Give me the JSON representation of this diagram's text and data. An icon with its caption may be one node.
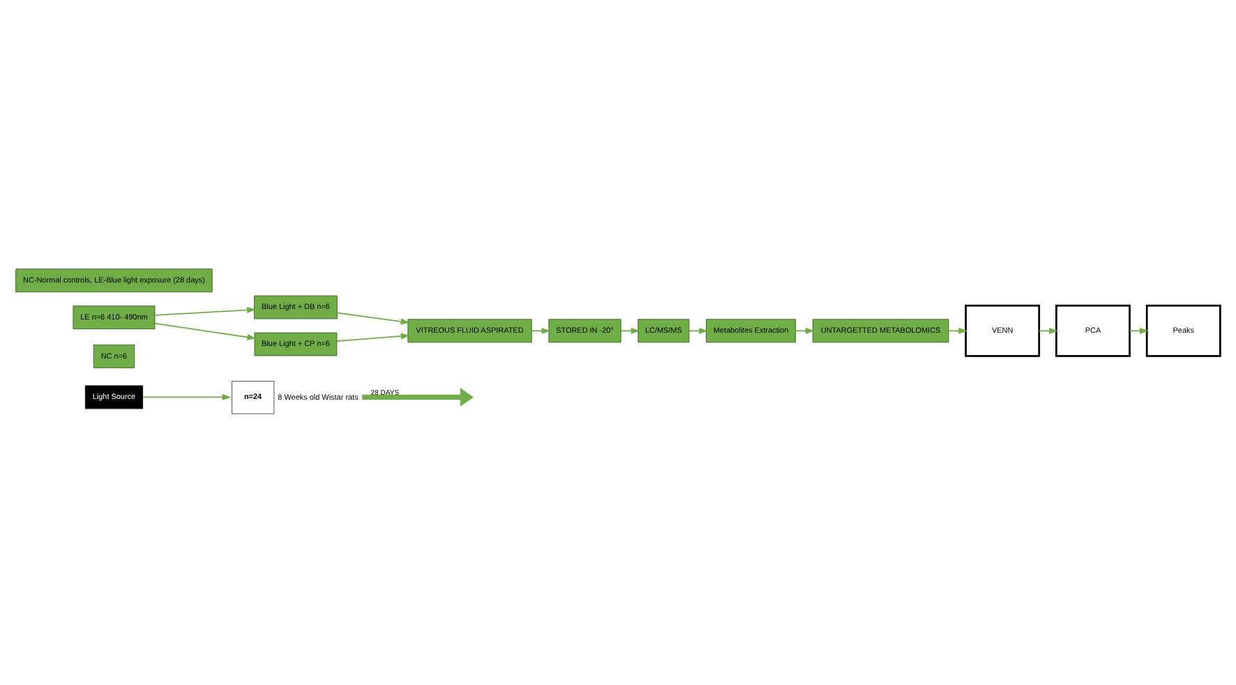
{
  "diagram": {
    "nodes": [
      {
        "text": [
          "Light Source"
        ]
      },
      {
        "text": [
          "n=24"
        ],
        "beside": [
          "8 Weeks old Wistar rats"
        ]
      },
      {
        "text": [
          "NC n=6"
        ]
      },
      {
        "text": [
          "LE n=6 410- 490nm"
        ]
      },
      {
        "text": [
          "Blue Light + DB n=6"
        ]
      },
      {
        "text": [
          "Blue Light + CP n=6"
        ]
      },
      {
        "text": [
          "VITREOUS FLUID ASPIRATED"
        ]
      },
      {
        "text": [
          "STORED IN -20°"
        ]
      },
      {
        "text": [
          "LC/MS/MS"
        ]
      },
      {
        "text": [
          "Metabolites Extraction"
        ]
      },
      {
        "text": [
          "UNTARGETTED METABOLOMICS"
        ]
      },
      {
        "text": [
          "VENN"
        ]
      },
      {
        "text": [
          "PCA"
        ]
      },
      {
        "text": [
          "Peaks"
        ]
      },
      {
        "text": [
          "NC-Normal controls, LE-Blue light exposure (28 days)"
        ]
      }
    ],
    "edges": [
      {
        "from": 0,
        "to": 1,
        "arrow": "to"
      },
      {
        "from": 1,
        "to": null,
        "arrow": "to",
        "label": "28 DAYS",
        "style": "thick"
      },
      {
        "from": 3,
        "to": 4,
        "arrow": "to"
      },
      {
        "from": 3,
        "to": 5,
        "arrow": "to"
      },
      {
        "from": 4,
        "to": 6,
        "arrow": "to"
      },
      {
        "from": 5,
        "to": 6,
        "arrow": "to"
      },
      {
        "from": 6,
        "to": 7,
        "arrow": "to"
      },
      {
        "from": 7,
        "to": 8,
        "arrow": "to"
      },
      {
        "from": 8,
        "to": 9,
        "arrow": "to"
      },
      {
        "from": 9,
        "to": 10,
        "arrow": "to"
      },
      {
        "from": 10,
        "to": 11,
        "arrow": "to"
      },
      {
        "from": 11,
        "to": 12,
        "arrow": "to"
      },
      {
        "from": 12,
        "to": 13,
        "arrow": "to"
      }
    ]
  }
}
